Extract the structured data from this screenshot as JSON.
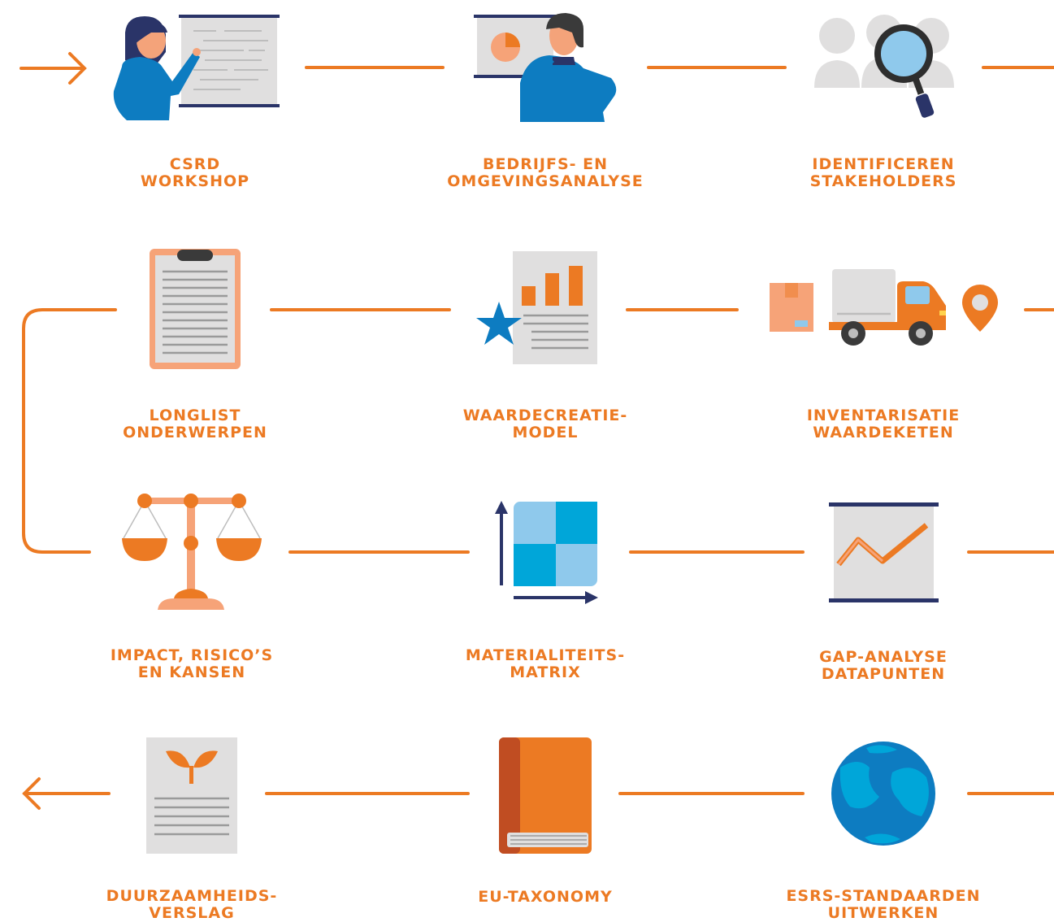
{
  "steps": [
    {
      "lines": [
        "CSRD",
        "WORKSHOP"
      ],
      "icon": "presenter-whiteboard-icon"
    },
    {
      "lines": [
        "BEDRIJFS- EN",
        "OMGEVINGSANALYSE"
      ],
      "icon": "analyst-chart-icon"
    },
    {
      "lines": [
        "IDENTIFICEREN",
        "STAKEHOLDERS"
      ],
      "icon": "stakeholders-magnifier-icon"
    },
    {
      "lines": [
        "LONGLIST",
        "ONDERWERPEN"
      ],
      "icon": "clipboard-icon"
    },
    {
      "lines": [
        "WAARDECREATIE-",
        "MODEL"
      ],
      "icon": "report-star-icon"
    },
    {
      "lines": [
        "INVENTARISATIE",
        "WAARDEKETEN"
      ],
      "icon": "delivery-truck-icon"
    },
    {
      "lines": [
        "IMPACT, RISICO’S",
        "EN KANSEN"
      ],
      "icon": "balance-scale-icon"
    },
    {
      "lines": [
        "MATERIALITEITS-",
        "MATRIX"
      ],
      "icon": "matrix-icon"
    },
    {
      "lines": [
        "GAP-ANALYSE",
        "DATAPUNTEN"
      ],
      "icon": "trend-board-icon"
    },
    {
      "lines": [
        "DUURZAAMHEIDS-",
        "VERSLAG"
      ],
      "icon": "sustainability-report-icon"
    },
    {
      "lines": [
        "EU-TAXONOMY"
      ],
      "icon": "book-icon"
    },
    {
      "lines": [
        "ESRS-STANDAARDEN",
        "UITWERKEN"
      ],
      "icon": "globe-icon"
    }
  ],
  "colors": {
    "orange": "#ec7a23",
    "blue": "#0d7cc1",
    "navy": "#2a3468",
    "gray": "#e0dfdf",
    "lightOrange": "#f6a378"
  }
}
